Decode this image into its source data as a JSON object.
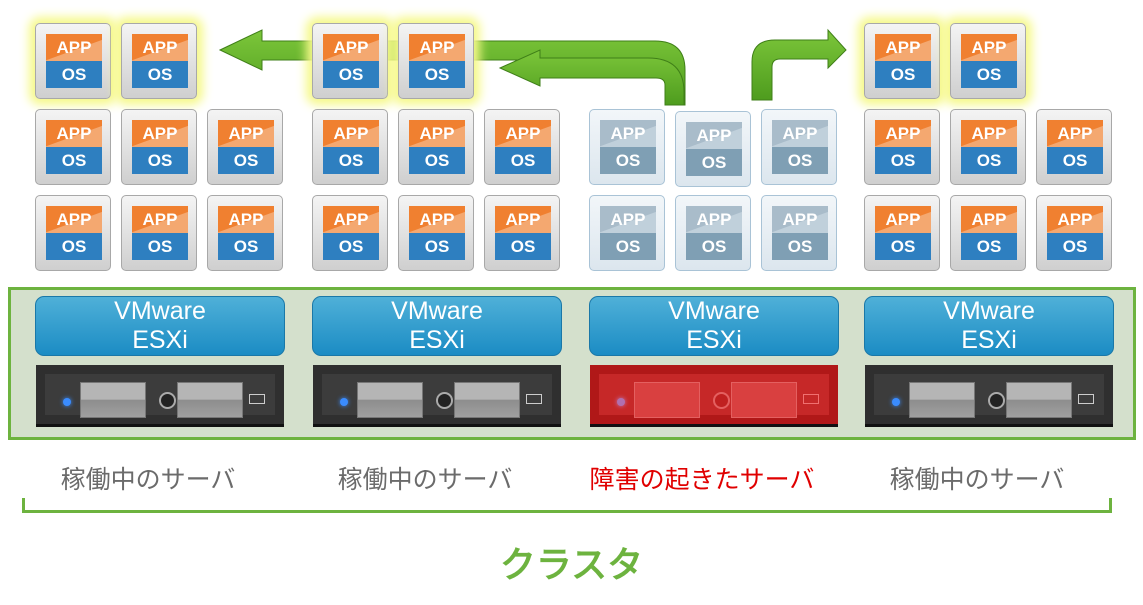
{
  "vm": {
    "app_label": "APP",
    "os_label": "OS"
  },
  "hosts": [
    {
      "esxi_line1": "VMware",
      "esxi_line2": "ESXi",
      "status_label": "稼働中のサーバ",
      "failed": false
    },
    {
      "esxi_line1": "VMware",
      "esxi_line2": "ESXi",
      "status_label": "稼働中のサーバ",
      "failed": false
    },
    {
      "esxi_line1": "VMware",
      "esxi_line2": "ESXi",
      "status_label": "障害の起きたサーバ",
      "failed": true
    },
    {
      "esxi_line1": "VMware",
      "esxi_line2": "ESXi",
      "status_label": "稼働中のサーバ",
      "failed": false
    }
  ],
  "cluster_label": "クラスタ",
  "colors": {
    "green": "#6db33f",
    "failed_red": "#e00000",
    "app_orange": "#f08030",
    "os_blue": "#2e7fc0"
  }
}
